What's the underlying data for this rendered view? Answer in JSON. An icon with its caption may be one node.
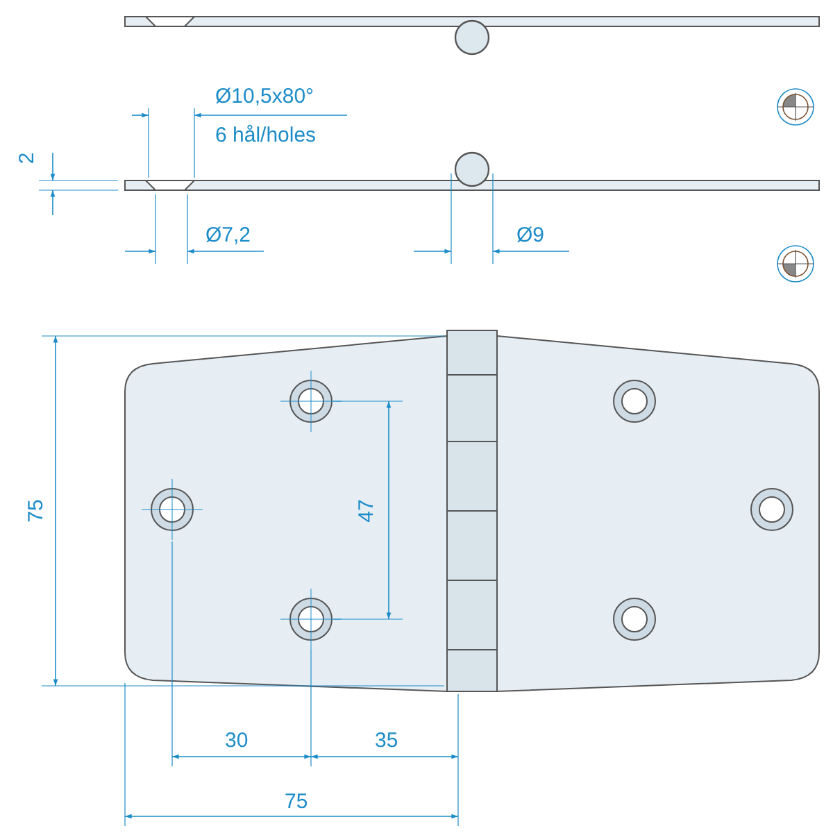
{
  "diagram": {
    "labels": [
      "Ø10,5x80°",
      "6 hål/holes",
      "2",
      "Ø7,2",
      "Ø9",
      "75",
      "47",
      "30",
      "35",
      "75"
    ]
  }
}
